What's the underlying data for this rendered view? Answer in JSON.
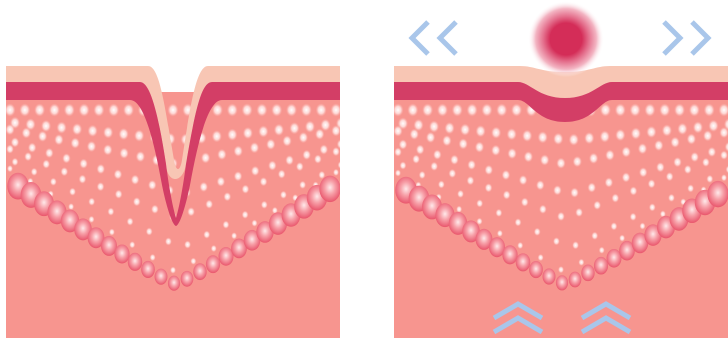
{
  "figure": {
    "panels": [
      {
        "id": "wrinkled-skin",
        "state": "before"
      },
      {
        "id": "lifted-skin",
        "state": "after"
      }
    ]
  },
  "colors": {
    "background": "#ffffff",
    "dermis": "#f7958f",
    "dermis_light": "#f9aaa2",
    "epidermis": "#f8c6b4",
    "basal_layer": "#d33e66",
    "cell_dark": "#ee5f72",
    "cell_glow": "#ffffff",
    "treatment_spot": "#d42d58",
    "arrow": "#a9c6ea"
  },
  "icons": {
    "left_arrows": "double-chevron-left-icon",
    "right_arrows": "double-chevron-right-icon",
    "up_arrows": "double-chevron-up-icon",
    "spot": "treatment-spot-icon"
  }
}
